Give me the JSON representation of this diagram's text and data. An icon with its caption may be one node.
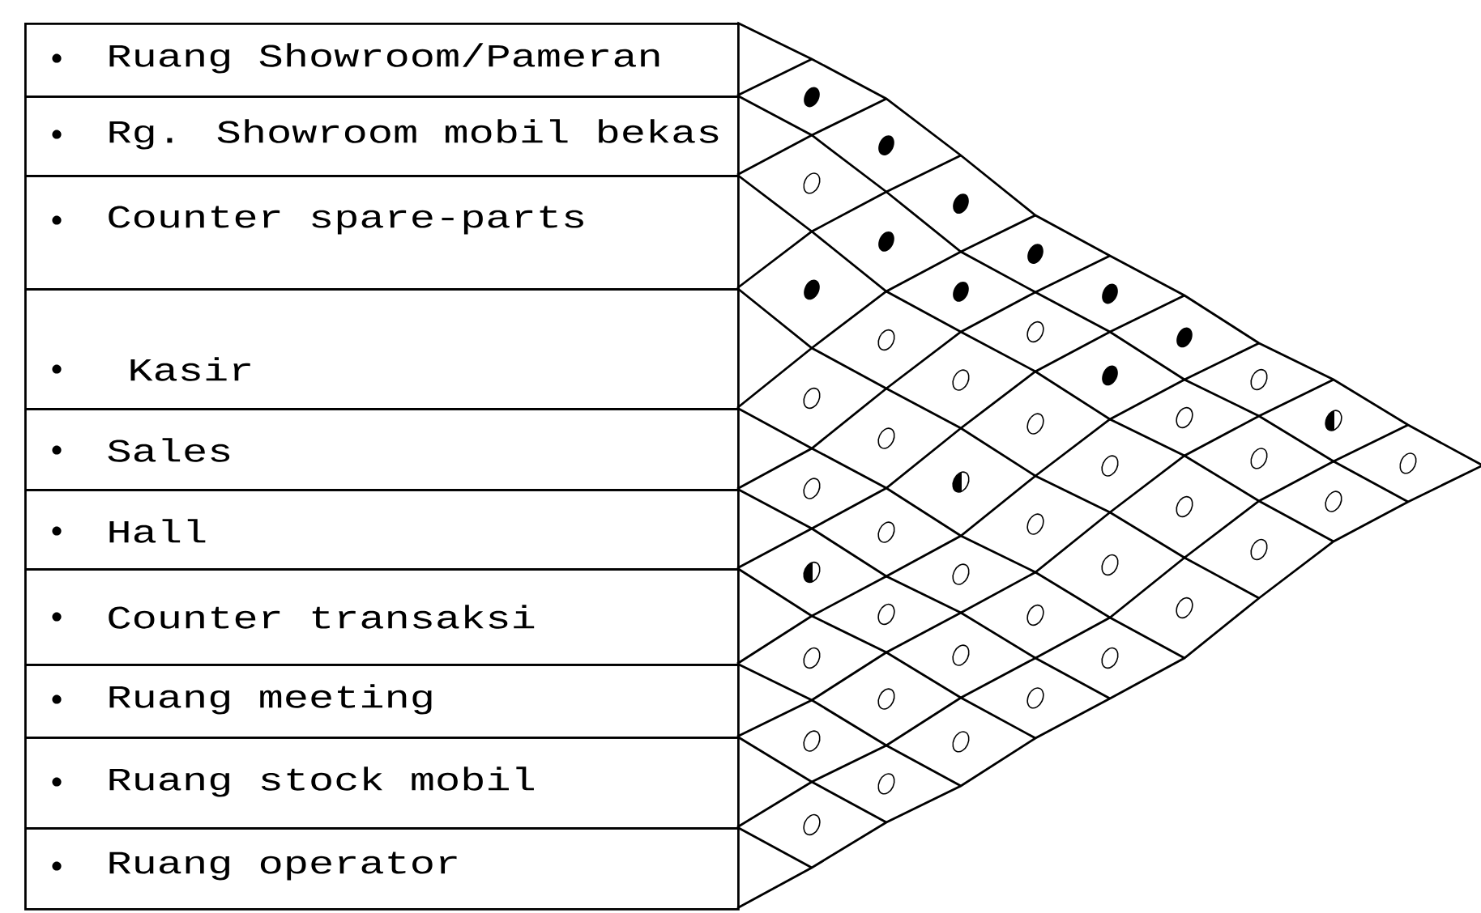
{
  "diagram": {
    "nodes": [
      {
        "text": [
          "Ruang Showroom/Pameran"
        ]
      },
      {
        "text": [
          "Rg. Showroom mobil bekas"
        ]
      },
      {
        "text": [
          "Counter spare-parts"
        ]
      },
      {
        "text": [
          "Kasir"
        ]
      },
      {
        "text": [
          "Sales"
        ]
      },
      {
        "text": [
          "Hall"
        ]
      },
      {
        "text": [
          "Counter transaksi"
        ]
      },
      {
        "text": [
          "Ruang meeting"
        ]
      },
      {
        "text": [
          "Ruang stock mobil"
        ]
      },
      {
        "text": [
          "Ruang operator"
        ]
      }
    ]
  }
}
